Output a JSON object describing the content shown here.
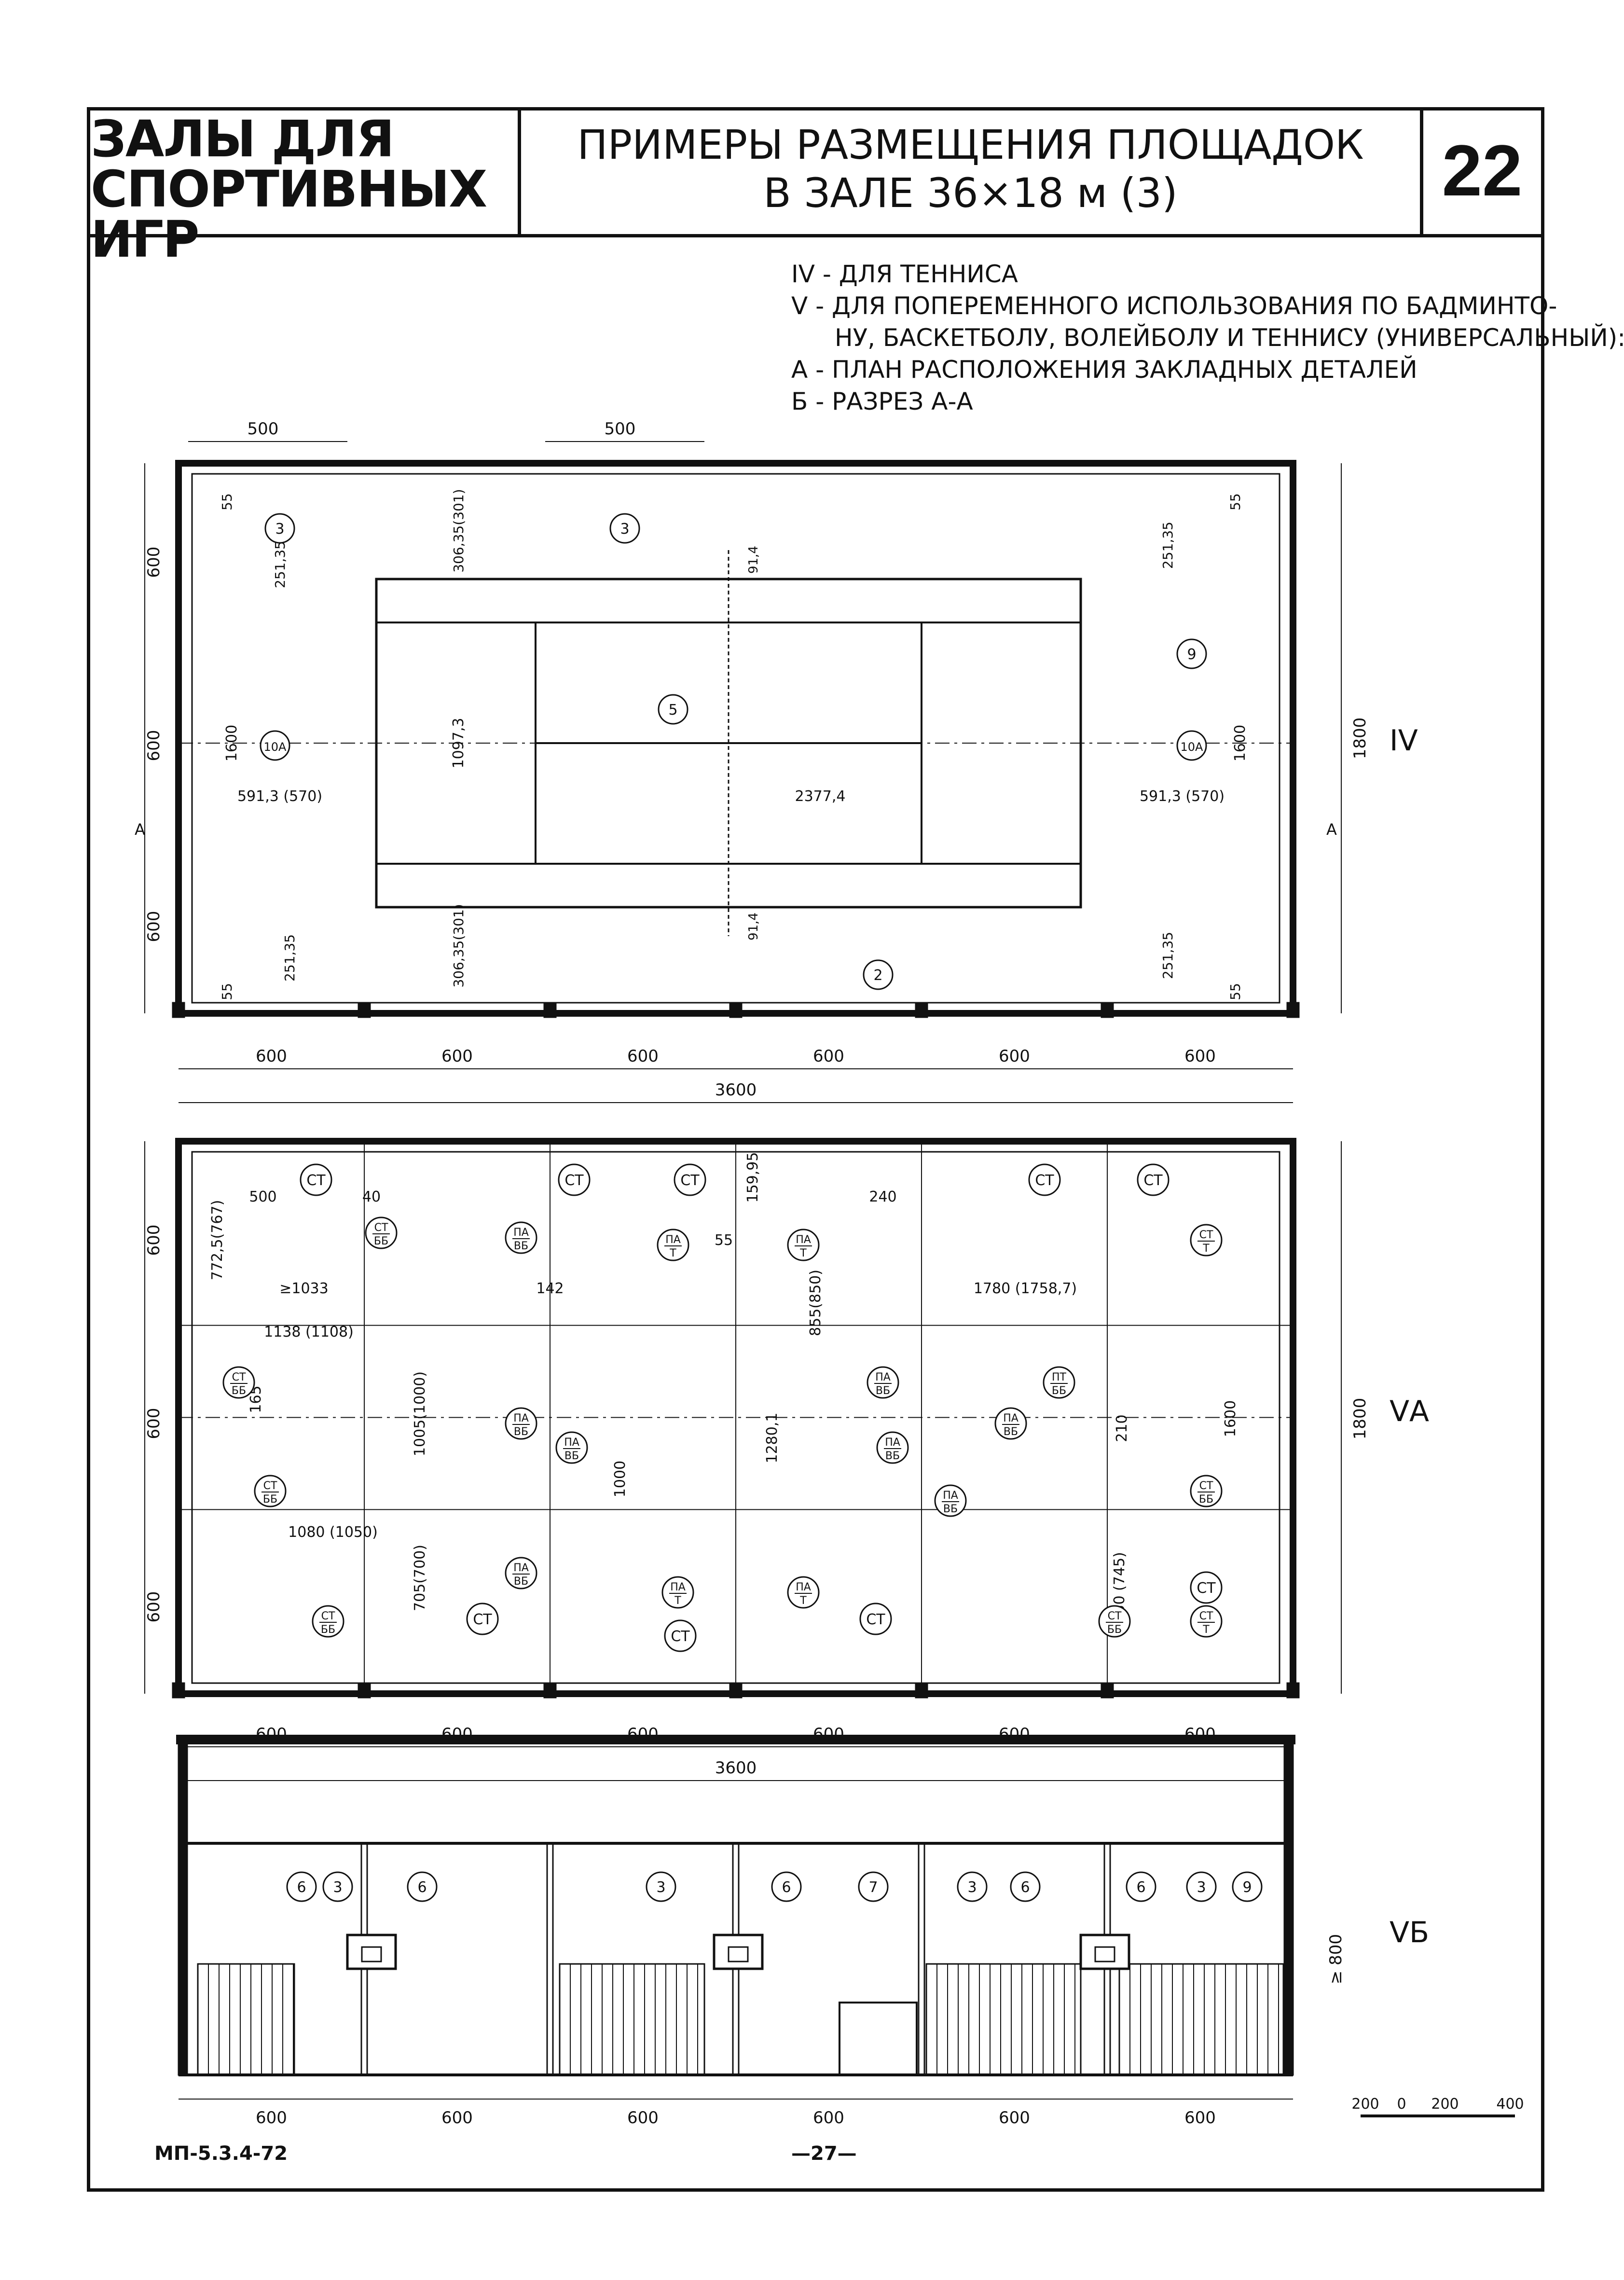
{
  "header": {
    "series_line1": "ЗАЛЫ ДЛЯ",
    "series_line2": "СПОРТИВНЫХ ИГР",
    "title_line1": "ПРИМЕРЫ РАЗМЕЩЕНИЯ ПЛОЩАДОК",
    "title_line2": "В ЗАЛЕ 36×18 м (3)",
    "sheet_number": "22"
  },
  "legend": [
    "IV - ДЛЯ ТЕННИСА",
    "V - ДЛЯ ПОПЕРЕМЕННОГО ИСПОЛЬЗОВАНИЯ ПО БАДМИНТО-",
    "НУ, БАСКЕТБОЛУ, ВОЛЕЙБОЛУ И ТЕННИСУ (УНИВЕРСАЛЬНЫЙ):",
    "А - ПЛАН РАСПОЛОЖЕНИЯ ЗАКЛАДНЫХ ДЕТАЛЕЙ",
    "Б - РАЗРЕЗ А-А"
  ],
  "plan_iv": {
    "tag": "IV",
    "top_dims": [
      "500",
      "500"
    ],
    "left_dims": [
      "600",
      "600",
      "600"
    ],
    "right_dim": "1800",
    "inner_dims": [
      "55",
      "251,35",
      "1600",
      "591,3 (570)",
      "2377,4",
      "591,3 (570)",
      "1097,3",
      "306,35(301)",
      "91,4"
    ],
    "callouts": [
      "3",
      "3",
      "10А",
      "10А",
      "9",
      "5",
      "2"
    ],
    "bottom_dims": [
      "600",
      "600",
      "600",
      "600",
      "600",
      "600"
    ],
    "total": "3600",
    "section_mark": "А"
  },
  "plan_va": {
    "tag": "VА",
    "left_dims": [
      "600",
      "600",
      "600"
    ],
    "right_dim": "1800",
    "inner_dims": [
      "500",
      "40",
      "772,5(767)",
      "≥1033",
      "142",
      "1138 (1108)",
      "1005(1000)",
      "1080 (1050)",
      "705(700)",
      "1000",
      "1280,1",
      "855(850)",
      "1780 (1758,7)",
      "1600",
      "210",
      "165",
      "750 (745)",
      "240",
      "159,95",
      "55"
    ],
    "callouts": [
      "СТ",
      "СТ/ББ",
      "ПА/ВБ",
      "ПА/Т",
      "ПТ/ББ",
      "СТ/Т"
    ],
    "bottom_dims": [
      "600",
      "600",
      "600",
      "600",
      "600",
      "600"
    ],
    "total": "3600"
  },
  "section_vb": {
    "tag": "VБ",
    "height_dim": "≥ 800",
    "callouts": [
      "6",
      "3",
      "6",
      "3",
      "6",
      "7",
      "3",
      "6",
      "6",
      "3",
      "9"
    ],
    "bottom_dims": [
      "600",
      "600",
      "600",
      "600",
      "600",
      "600"
    ],
    "scale_labels": [
      "200",
      "0",
      "200",
      "400"
    ]
  },
  "footer": {
    "code": "МП-5.3.4-72",
    "page": "—27—"
  }
}
